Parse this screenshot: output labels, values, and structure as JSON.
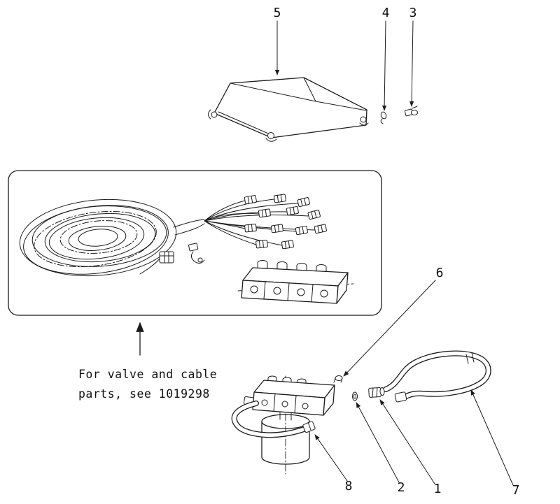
{
  "colors": {
    "background": "#ffffff",
    "line": "#1c1c1c"
  },
  "note": {
    "line1": "For valve and cable",
    "line2": "parts, see 1019298"
  },
  "callouts": {
    "part1": "1",
    "part2": "2",
    "part3": "3",
    "part4": "4",
    "part5": "5",
    "part6": "6",
    "part7": "7",
    "part8": "8"
  }
}
